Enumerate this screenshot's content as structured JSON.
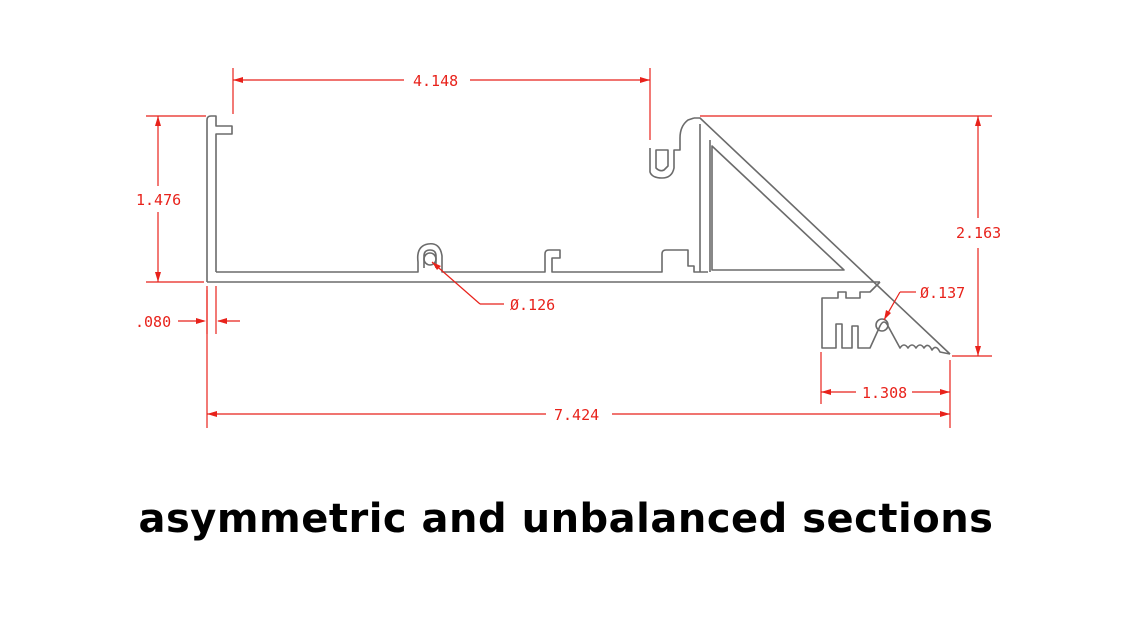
{
  "caption": "asymmetric and unbalanced sections",
  "dimensions": {
    "top_width": "4.148",
    "left_height": "1.476",
    "right_height": "2.163",
    "wall_thickness": ".080",
    "hole_diameter_left": "Ø.126",
    "hole_diameter_right": "Ø.137",
    "bottom_right_width": "1.308",
    "overall_width": "7.424"
  },
  "colors": {
    "dimension": "#e8221b",
    "profile": "#6b6b6b",
    "caption": "#000000"
  }
}
